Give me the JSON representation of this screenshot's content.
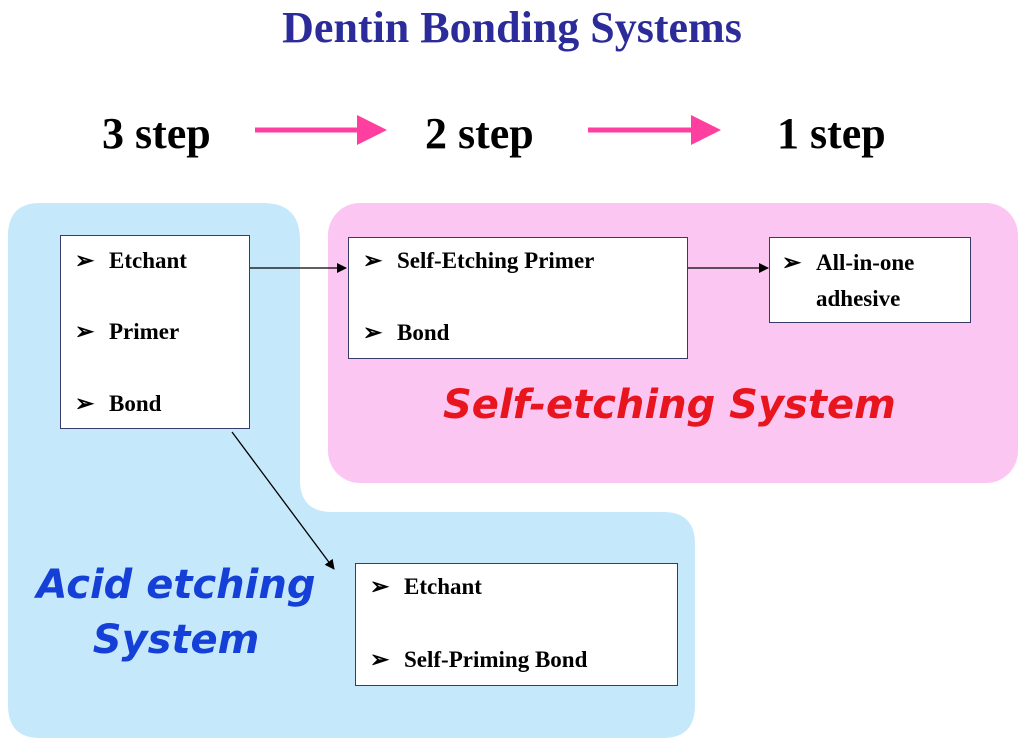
{
  "title": "Dentin Bonding Systems",
  "steps": [
    "3 step",
    "2 step",
    "1 step"
  ],
  "bullet_glyph": "➢",
  "three_step_box": {
    "items": [
      "Etchant",
      "Primer",
      "Bond"
    ]
  },
  "two_step_self_box": {
    "items": [
      "Self-Etching Primer",
      "Bond"
    ]
  },
  "one_step_box": {
    "items": [
      "All-in-one",
      "adhesive"
    ]
  },
  "two_step_acid_box": {
    "items": [
      "Etchant",
      "Self-Priming Bond"
    ]
  },
  "regions": {
    "self_etching": {
      "label": "Self-etching System",
      "fill": "#fcc6f2",
      "text_color": "#e8141e"
    },
    "acid_etching": {
      "label_line1": "Acid etching",
      "label_line2": "System",
      "fill": "#c6e8fb",
      "text_color": "#1540d8"
    }
  },
  "colors": {
    "title": "#2b2b9a",
    "step_arrow": "#ff3fa0",
    "connector": "#000000"
  }
}
